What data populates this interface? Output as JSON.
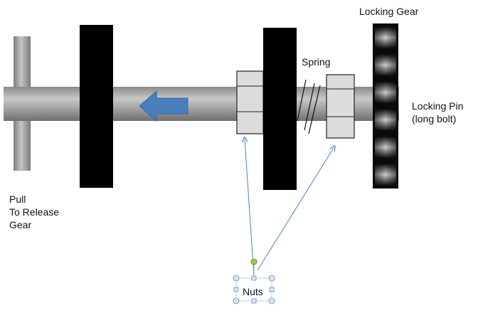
{
  "labels": {
    "locking_gear": "Locking Gear",
    "spring": "Spring",
    "locking_pin_line1": "Locking Pin",
    "locking_pin_line2": "(long bolt)",
    "pull_line1": "Pull",
    "pull_line2": "To Release",
    "pull_line3": "Gear",
    "nuts": "Nuts"
  },
  "colors": {
    "shaft": "#9a9a9a",
    "plate": "#000000",
    "nut_fill": "#dcdcdc",
    "arrow": "#4a7ebb",
    "connector": "#4f81bd",
    "handle_green": "#8ed14b",
    "handle_box": "#d9e5f3"
  }
}
